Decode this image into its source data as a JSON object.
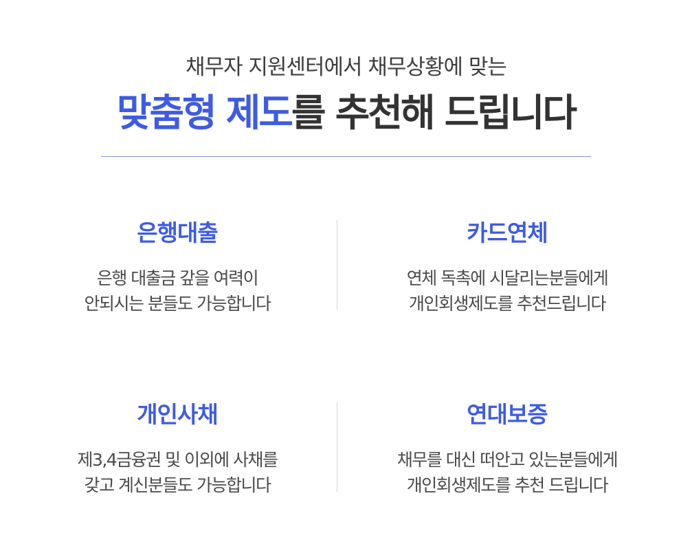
{
  "header": {
    "subtitle": "채무자 지원센터에서 채무상황에 맞는",
    "headline_accent": "맞춤형 제도",
    "headline_rest": "를 추천해 드립니다"
  },
  "cards": [
    {
      "title": "은행대출",
      "line1": "은행 대출금 갚을 여력이",
      "line2": "안되시는 분들도 가능합니다"
    },
    {
      "title": "카드연체",
      "line1": "연체 독촉에 시달리는분들에게",
      "line2": "개인회생제도를 추천드립니다"
    },
    {
      "title": "개인사채",
      "line1": "제3,4금융권 및 이외에 사채를",
      "line2": "갖고 계신분들도 가능합니다"
    },
    {
      "title": "연대보증",
      "line1": "채무를 대신 떠안고 있는분들에게",
      "line2": "개인회생제도를 추천 드립니다"
    }
  ],
  "colors": {
    "accent": "#3e5be3",
    "text": "#333333",
    "divider": "#8a96e8"
  }
}
